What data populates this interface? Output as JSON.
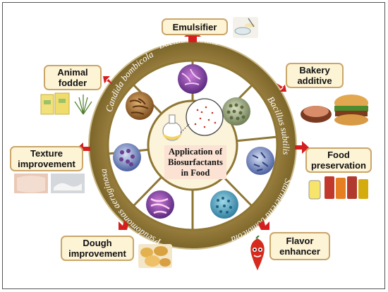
{
  "center": {
    "line1": "Application of",
    "line2": "Biosurfactants",
    "line3": "in Food"
  },
  "ring_labels": [
    {
      "id": "bacillus-top",
      "text": "Bacillus subtilis"
    },
    {
      "id": "bacillus-right",
      "text": "Bacillus subtilis"
    },
    {
      "id": "starmerella",
      "text": "Starmerella bombicola"
    },
    {
      "id": "pseudomonas",
      "text": "Pseudomonas aeruginosa"
    },
    {
      "id": "candida",
      "text": "Candida bombicola"
    }
  ],
  "applications": {
    "emulsifier": {
      "label": "Emulsifier"
    },
    "bakery": {
      "line1": "Bakery",
      "line2": "additive"
    },
    "food_preservation": {
      "line1": "Food",
      "line2": "preservation"
    },
    "flavor": {
      "line1": "Flavor",
      "line2": "enhancer"
    },
    "dough": {
      "line1": "Dough",
      "line2": "improvement"
    },
    "texture": {
      "line1": "Texture",
      "line2": "improvement"
    },
    "animal_fodder": {
      "line1": "Animal",
      "line2": "fodder"
    }
  },
  "colors": {
    "ring": "#8e7634",
    "ring_edge": "#c9b98a",
    "segment_fill": "#ffffff",
    "center_fill": "#fbf3da",
    "arrow": "#d51e1e",
    "label_box_fill": "#fdf3d5",
    "label_box_border": "#caa66a"
  }
}
